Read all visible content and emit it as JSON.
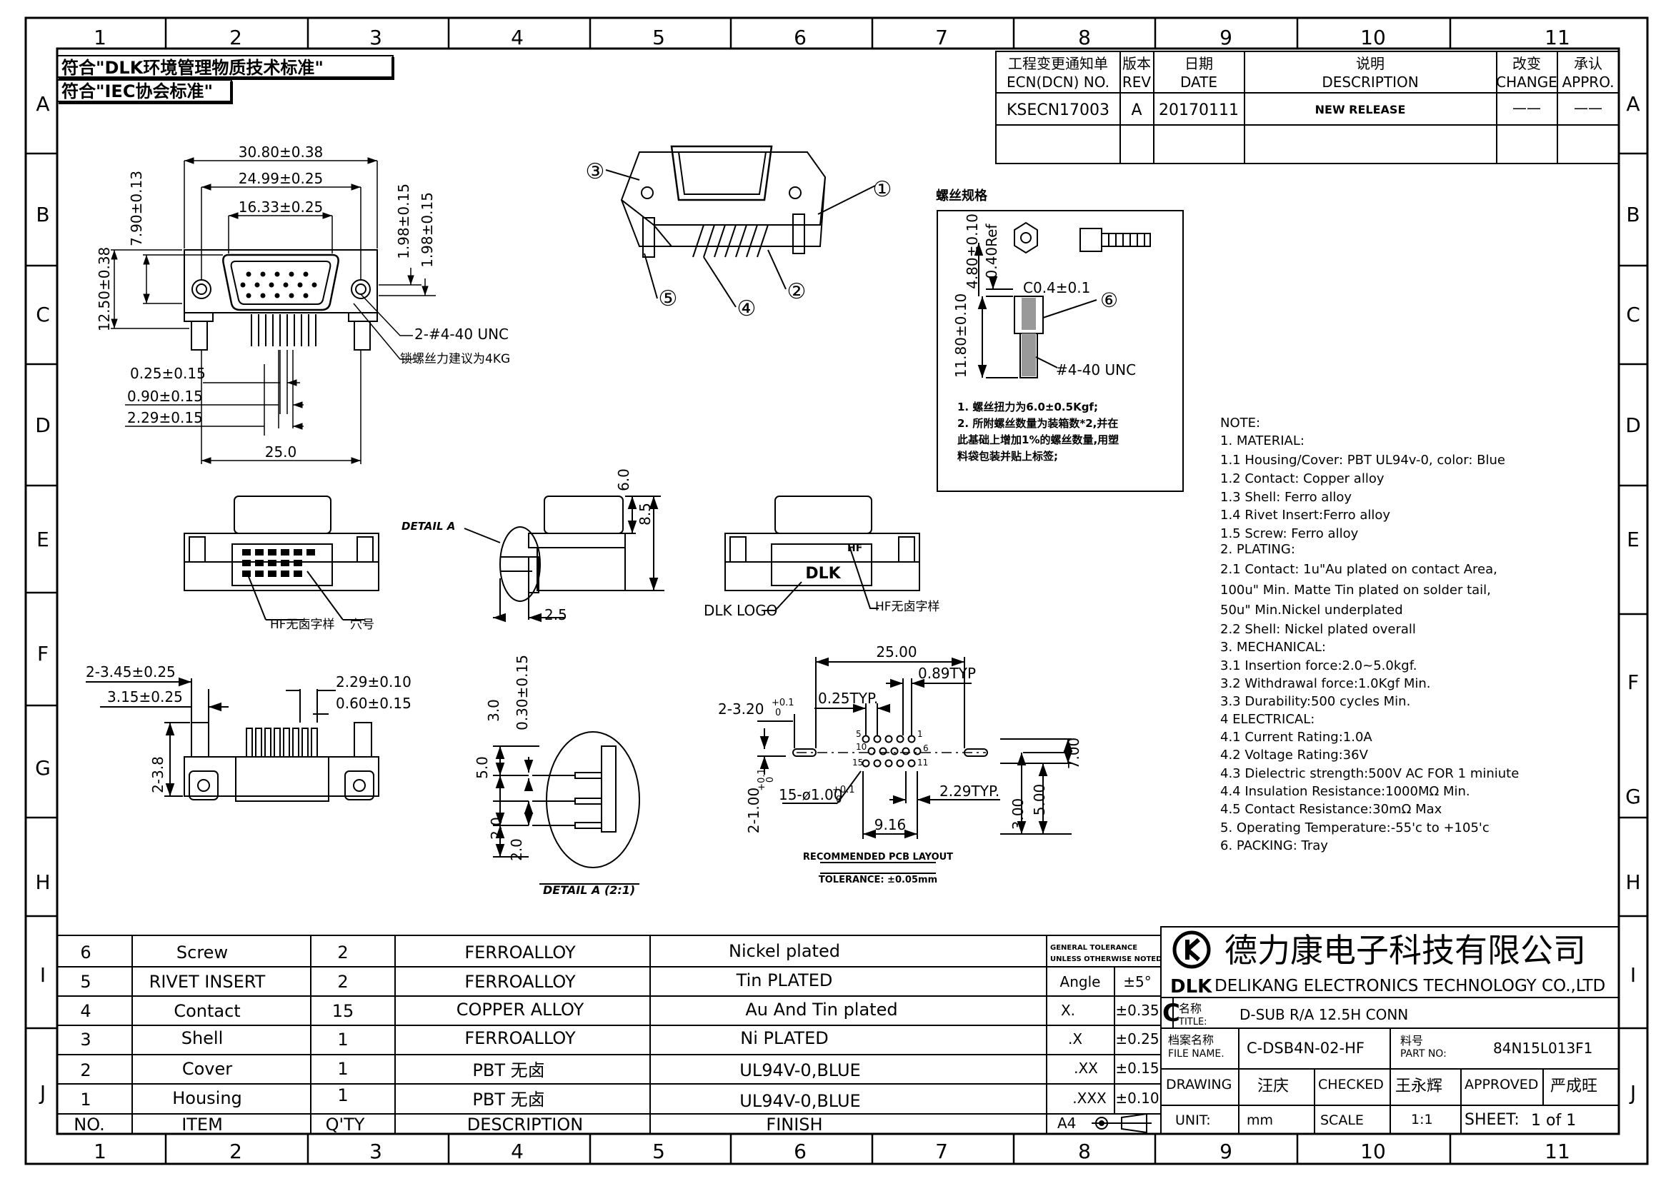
{
  "grid_columns": [
    "1",
    "2",
    "3",
    "4",
    "5",
    "6",
    "7",
    "8",
    "9",
    "10",
    "11"
  ],
  "grid_rows": [
    "A",
    "B",
    "C",
    "D",
    "E",
    "F",
    "G",
    "H",
    "I",
    "J"
  ],
  "compliance": {
    "line1": "符合\"DLK环境管理物质技术标准\"",
    "line2": "符合\"IEC协会标准\""
  },
  "revision_table": {
    "headers": {
      "ecn_cn": "工程变更通知单",
      "ecn_en": "ECN(DCN) NO.",
      "rev_cn": "版本",
      "rev_en": "REV",
      "date_cn": "日期",
      "date_en": "DATE",
      "desc_cn": "说明",
      "desc_en": "DESCRIPTION",
      "change_cn": "改变",
      "change_en": "CHANGE",
      "appr_cn": "承认",
      "appr_en": "APPRO."
    },
    "rows": [
      {
        "ecn": "KSECN17003",
        "rev": "A",
        "date": "20170111",
        "desc": "NEW RELEASE",
        "change": "——",
        "appro": "——"
      }
    ]
  },
  "dimensions": {
    "w1": "30.80±0.38",
    "w2": "24.99±0.25",
    "w3": "16.33±0.25",
    "h1": "12.50±0.38",
    "h2": "7.90±0.13",
    "h3": "1.98±0.15",
    "h4": "1.98±0.15",
    "screw": "2-#4-40 UNC",
    "torque_note": "锁螺丝力建议为4KG",
    "d1": "0.25±0.15",
    "d2": "0.90±0.15",
    "d3": "2.29±0.15",
    "d4": "25.0",
    "e_h1": "6.0",
    "e_h2": "8.5",
    "e_w": "2.5",
    "f1": "2-3.45±0.25",
    "f2": "3.15±0.25",
    "f3": "2.29±0.10",
    "f4": "0.60±0.15",
    "g1": "2-3.8",
    "da1": "3.0",
    "da2": "0.30±0.15",
    "da3": "5.0",
    "da4": "2.0",
    "da5": "2.0",
    "pcb_w": "25.00",
    "pcb_typ": "0.89TYP",
    "pcb_025": "0.25TYP.",
    "pcb_hole2": "2-3.20",
    "pcb_hole15": "15-ø1.00",
    "pcb_229": "2.29TYP.",
    "pcb_916": "9.16",
    "pcb_700": "7.00",
    "pcb_300": "3.00",
    "pcb_500": "5.00",
    "pcb_2100": "2-1.00",
    "tol_plus": "+0.1",
    "tol_zero": "0",
    "screw_480": "4.80±0.10",
    "screw_040": "0.40Ref",
    "screw_c04": "C0.4±0.1",
    "screw_1180": "11.80±0.10",
    "screw_thread": "#4-40 UNC"
  },
  "labels": {
    "detail_a": "DETAIL A",
    "detail_a_scale": "DETAIL A (2:1)",
    "dlk_logo": "DLK LOGO",
    "logo_text": "DLK",
    "hf_text": "HF",
    "halogen_free": "HF无卤字样",
    "hole_no": "穴号",
    "pcb_title": "RECOMMENDED PCB LAYOUT",
    "pcb_tol": "TOLERANCE: ±0.05mm",
    "pin_5": "5",
    "pin_1": "1",
    "pin_10": "10",
    "pin_6": "6",
    "pin_15": "15",
    "pin_11": "11"
  },
  "callouts": [
    "①",
    "②",
    "③",
    "④",
    "⑤",
    "⑥"
  ],
  "screw_spec": {
    "title": "螺丝规格",
    "notes": [
      "1.  螺丝扭力为6.0±0.5Kgf;",
      "2.  所附螺丝数量为装箱数*2,并在",
      "    此基础上增加1%的螺丝数量,用塑",
      "    料袋包装并贴上标签;"
    ]
  },
  "notes": [
    "NOTE:",
    "1.  MATERIAL:",
    "1.1  Housing/Cover: PBT UL94v-0, color: Blue",
    "1.2  Contact: Copper alloy",
    "1.3  Shell: Ferro alloy",
    "1.4  Rivet Insert:Ferro alloy",
    "1.5  Screw: Ferro alloy",
    "2.  PLATING:",
    "2.1  Contact: 1u\"Au plated on contact Area,",
    "        100u\" Min. Matte Tin plated on solder tail,",
    "        50u\" Min.Nickel underplated",
    "2.2  Shell: Nickel plated overall",
    "3.    MECHANICAL:",
    "3.1  Insertion force:2.0~5.0kgf.",
    "3.2  Withdrawal force:1.0Kgf Min.",
    "3.3  Durability:500 cycles Min.",
    "4    ELECTRICAL:",
    "4.1  Current Rating:1.0A",
    "4.2  Voltage Rating:36V",
    "4.3  Dielectric strength:500V AC FOR 1 miniute",
    "4.4  Insulation Resistance:1000MΩ Min.",
    "4.5  Contact Resistance:30mΩ Max",
    "5.  Operating Temperature:-55'c to +105'c",
    "6.  PACKING: Tray"
  ],
  "bom": {
    "headers": {
      "no": "NO.",
      "item": "ITEM",
      "qty": "Q'TY",
      "desc": "DESCRIPTION",
      "finish": "FINISH"
    },
    "rows": [
      {
        "no": "6",
        "item": "Screw",
        "qty": "2",
        "desc": "FERROALLOY",
        "finish": "Nickel plated"
      },
      {
        "no": "5",
        "item": "RIVET INSERT",
        "qty": "2",
        "desc": "FERROALLOY",
        "finish": "Tin PLATED"
      },
      {
        "no": "4",
        "item": "Contact",
        "qty": "15",
        "desc": "COPPER ALLOY",
        "finish": "Au And Tin plated"
      },
      {
        "no": "3",
        "item": "Shell",
        "qty": "1",
        "desc": "FERROALLOY",
        "finish": "Ni PLATED"
      },
      {
        "no": "2",
        "item": "Cover",
        "qty": "1",
        "desc": "PBT 无卤",
        "finish": "UL94V-0,BLUE"
      },
      {
        "no": "1",
        "item": "Housing",
        "qty": "1",
        "desc": "PBT 无卤",
        "finish": "UL94V-0,BLUE"
      }
    ]
  },
  "tolerance": {
    "title1": "GENERAL TOLERANCE",
    "title2": "UNLESS OTHERWISE NOTED",
    "rows": [
      {
        "k": "Angle",
        "v": "±5°"
      },
      {
        "k": "X.",
        "v": "±0.35"
      },
      {
        "k": ".X",
        "v": "±0.25"
      },
      {
        "k": ".XX",
        "v": "±0.15"
      },
      {
        "k": ".XXX",
        "v": "±0.10"
      }
    ],
    "sheet_size": "A4"
  },
  "title_block": {
    "company_cn": "德力康电子科技有限公司",
    "company_en": "DELIKANG ELECTRONICS TECHNOLOGY CO.,LTD",
    "logo_text": "DLK",
    "size_letter": "C",
    "name_cn": "名称",
    "name_en": "TITLE:",
    "title": "D-SUB R/A 12.5H CONN",
    "file_cn": "档案名称",
    "file_en": "FILE NAME.",
    "file_name": "C-DSB4N-02-HF",
    "part_cn": "料号",
    "part_en": "PART NO:",
    "part_no": "84N15L013F1",
    "drawing_label": "DRAWING",
    "drawn_by": "汪庆",
    "checked_label": "CHECKED",
    "checked_by": "王永辉",
    "approved_label": "APPROVED",
    "approved_by": "严成旺",
    "unit_label": "UNIT:",
    "unit": "mm",
    "scale_label": "SCALE",
    "scale": "1:1",
    "sheet_label": "SHEET:",
    "sheet": "1 of 1"
  }
}
